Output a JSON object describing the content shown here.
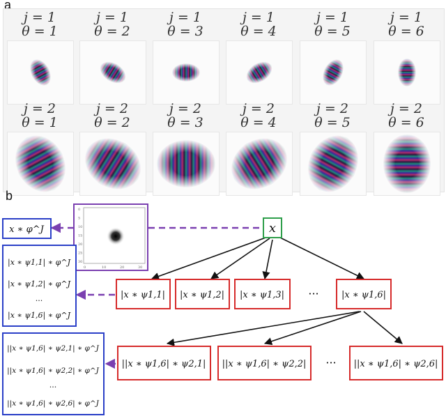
{
  "panel_a": {
    "label": "a",
    "rows": [
      {
        "j": "j = 1",
        "cells": [
          {
            "theta": "θ = 1",
            "angle": 62
          },
          {
            "theta": "θ = 2",
            "angle": 32
          },
          {
            "theta": "θ = 3",
            "angle": 0
          },
          {
            "theta": "θ = 4",
            "angle": -32
          },
          {
            "theta": "θ = 5",
            "angle": -62
          },
          {
            "theta": "θ = 6",
            "angle": 90
          }
        ]
      },
      {
        "j": "j = 2",
        "cells": [
          {
            "theta": "θ = 1",
            "angle": 62
          },
          {
            "theta": "θ = 2",
            "angle": 32
          },
          {
            "theta": "θ = 3",
            "angle": 0
          },
          {
            "theta": "θ = 4",
            "angle": -32
          },
          {
            "theta": "θ = 5",
            "angle": -62
          },
          {
            "theta": "θ = 6",
            "angle": 90
          }
        ]
      }
    ]
  },
  "panel_b": {
    "label": "b",
    "root": "x",
    "lowpass": "x ∗ φ^J",
    "level1": [
      "|x ∗ ψ1,1|",
      "|x ∗ ψ1,2|",
      "|x ∗ ψ1,3|",
      "|x ∗ ψ1,6|"
    ],
    "level2": [
      "||x ∗ ψ1,6| ∗ ψ2,1|",
      "||x ∗ ψ1,6| ∗ ψ2,2|",
      "||x ∗ ψ1,6| ∗ ψ2,6|"
    ],
    "ellipsis": "···",
    "vdots": "...",
    "order1_outputs": [
      "|x ∗ ψ1,1| ∗ φ^J",
      "|x ∗ ψ1,2| ∗ φ^J",
      "|x ∗ ψ1,6| ∗ φ^J"
    ],
    "order2_outputs": [
      "||x ∗ ψ1,6| ∗ ψ2,1| ∗ φ^J",
      "||x ∗ ψ1,6| ∗ ψ2,2| ∗ φ^J",
      "||x ∗ ψ1,6| ∗ ψ2,6| ∗ φ^J"
    ],
    "filter_plot": {
      "x_ticks": [
        "0",
        "10",
        "20",
        "30"
      ],
      "y_ticks": [
        "0",
        "5",
        "10",
        "15",
        "20",
        "25",
        "30"
      ]
    },
    "colors": {
      "root_box": "#2e9e4a",
      "node_box": "#d62a2a",
      "output_box": "#2a3fc7",
      "filter_box": "#7a3fb0",
      "arrow": "#7a3fb0"
    }
  }
}
